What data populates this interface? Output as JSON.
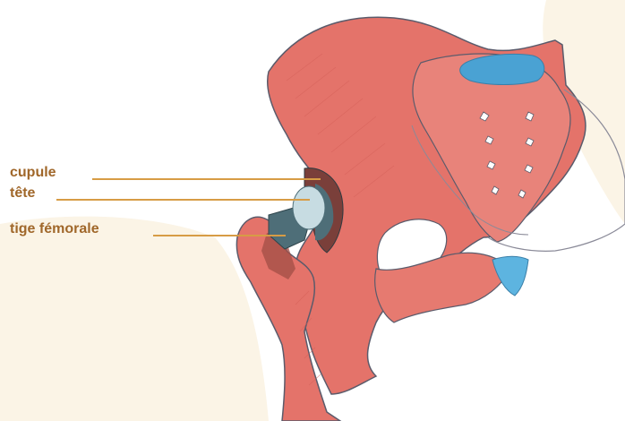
{
  "labels": {
    "cupule": "cupule",
    "tete": "tête",
    "tige": "tige fémorale"
  },
  "colors": {
    "label_text": "#a0672a",
    "leader_line": "#d79c45",
    "background_blob": "#fbf4e6",
    "bone_fill": "#e4736a",
    "bone_outline": "#5b5b6b",
    "sacrum_top_blue": "#4aa2d3",
    "coccyx_blue": "#5db4e0",
    "implant_dark": "#4e6e78",
    "implant_head": "#c7dce2",
    "cup_dark": "#8a3f3a"
  }
}
